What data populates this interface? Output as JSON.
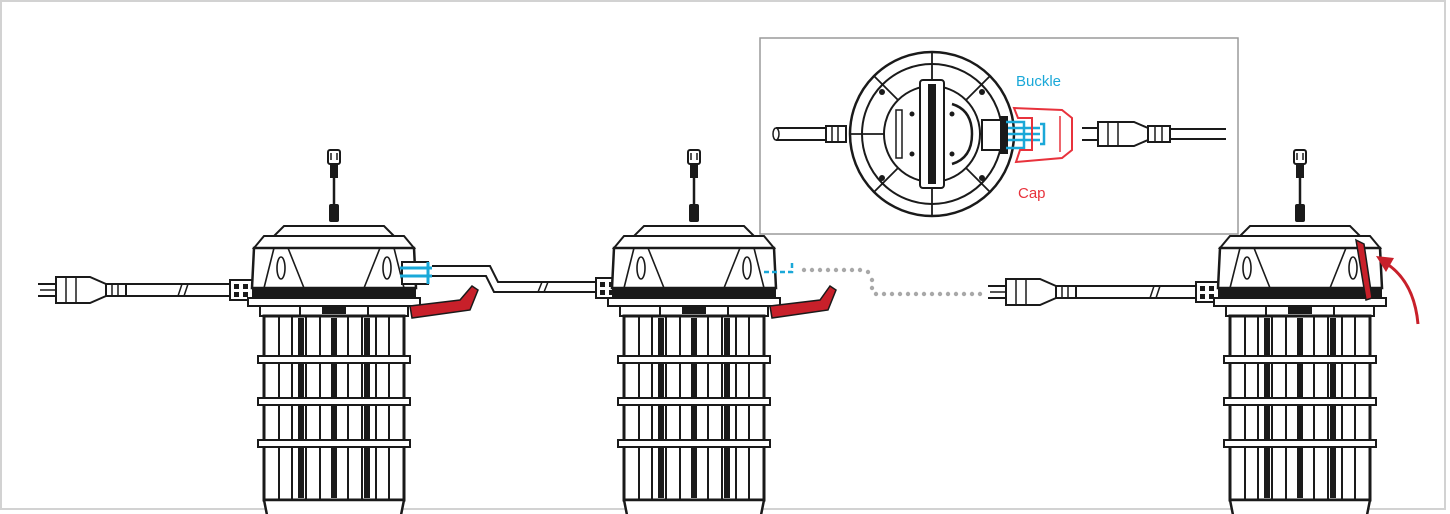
{
  "colors": {
    "line": "#1a1a1a",
    "accent_blue": "#1aa8d8",
    "accent_red": "#c8202a",
    "cap_outline": "#e8323c",
    "dots": "#a8a8a8",
    "frame": "#d2d2d2"
  },
  "inset": {
    "buckle_label": "Buckle",
    "cap_label": "Cap"
  },
  "lights": [
    {
      "id": "light-1",
      "connected_out": true
    },
    {
      "id": "light-2",
      "connected_out": false
    },
    {
      "id": "light-3",
      "cap_closed": true
    }
  ]
}
